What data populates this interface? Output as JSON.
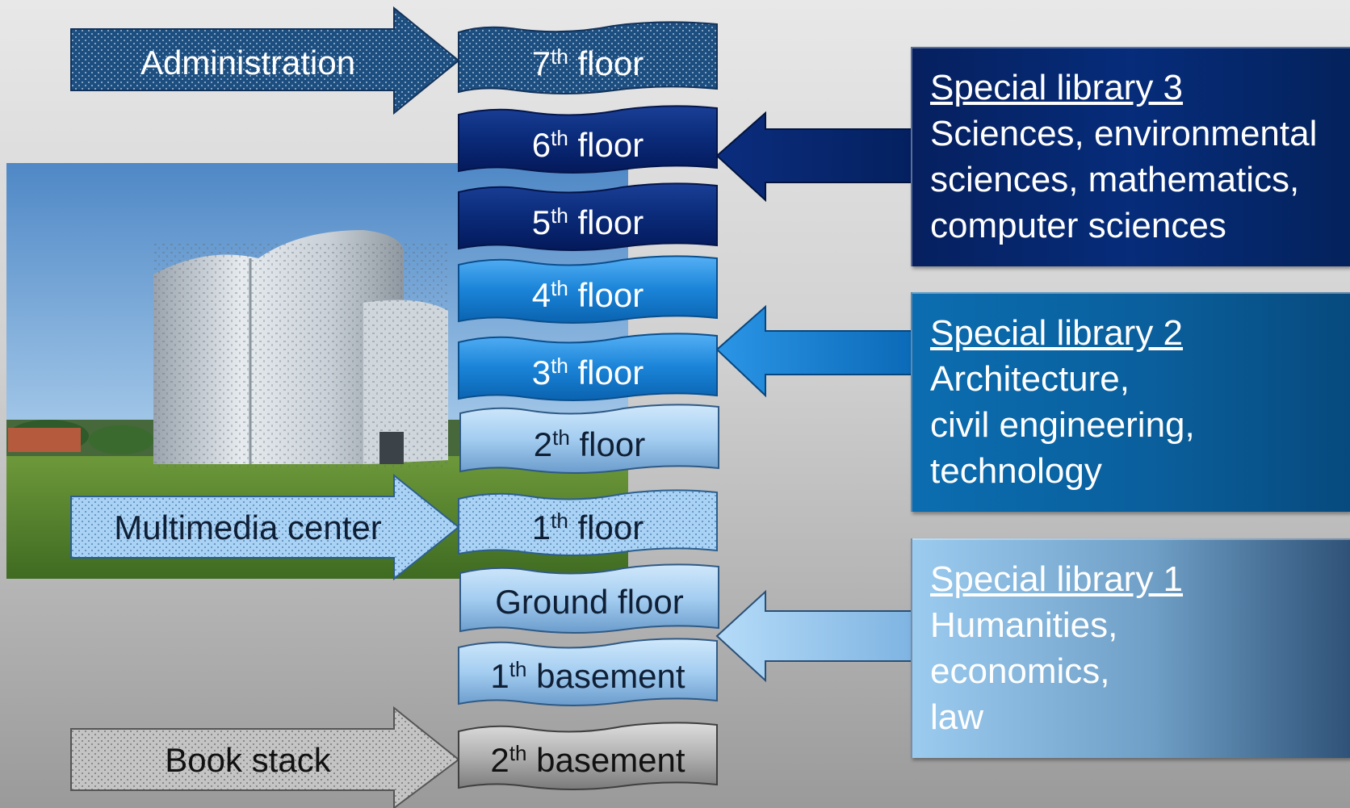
{
  "floors": [
    {
      "num": "7",
      "sup": "th",
      "label": " floor"
    },
    {
      "num": "6",
      "sup": "th",
      "label": " floor"
    },
    {
      "num": "5",
      "sup": "th",
      "label": " floor"
    },
    {
      "num": "4",
      "sup": "th",
      "label": " floor"
    },
    {
      "num": "3",
      "sup": "th",
      "label": " floor"
    },
    {
      "num": "2",
      "sup": "th",
      "label": " floor"
    },
    {
      "num": "1",
      "sup": "th",
      "label": " floor"
    },
    {
      "num": "",
      "sup": "",
      "label": "Ground floor"
    },
    {
      "num": "1",
      "sup": "th",
      "label": " basement"
    },
    {
      "num": "2",
      "sup": "th",
      "label": " basement"
    }
  ],
  "left_arrows": {
    "administration": "Administration",
    "multimedia": "Multimedia center",
    "book_stack": "Book stack"
  },
  "libraries": [
    {
      "title": "Special library 3",
      "desc": "Sciences, environmental\nsciences, mathematics,\ncomputer sciences"
    },
    {
      "title": "Special library 2",
      "desc": "Architecture,\ncivil engineering,\ntechnology"
    },
    {
      "title": "Special library 1",
      "desc": "Humanities,\neconomics,\nlaw"
    }
  ],
  "photo": "library building"
}
